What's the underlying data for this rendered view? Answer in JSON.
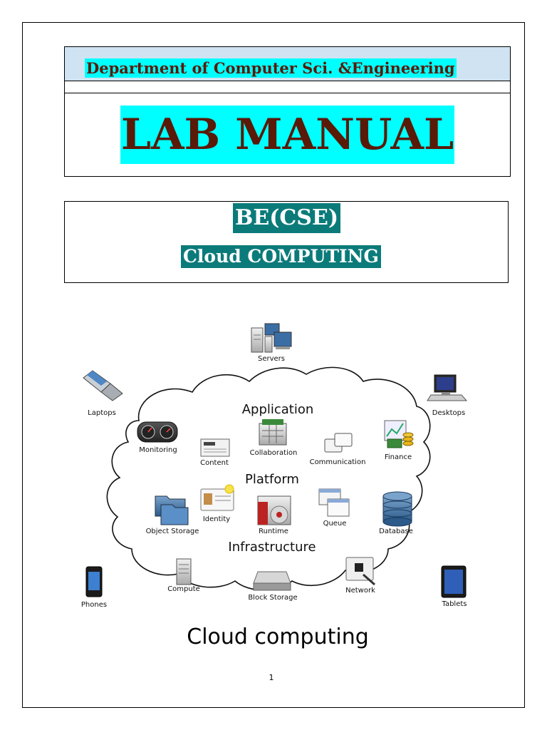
{
  "header": {
    "department": "Department of Computer Sci. &Engineering",
    "title": "LAB MANUAL"
  },
  "course": {
    "degree": "BE(CSE)",
    "subject": "Cloud COMPUTING"
  },
  "diagram": {
    "sections": {
      "application": "Application",
      "platform": "Platform",
      "infrastructure": "Infrastructure"
    },
    "devices": {
      "servers": "Servers",
      "laptops": "Laptops",
      "desktops": "Desktops",
      "phones": "Phones",
      "tablets": "Tablets"
    },
    "services": {
      "monitoring": "Monitoring",
      "content": "Content",
      "collaboration": "Collaboration",
      "communication": "Communication",
      "finance": "Finance",
      "identity": "Identity",
      "object_storage": "Object Storage",
      "runtime": "Runtime",
      "queue": "Queue",
      "database": "Database",
      "compute": "Compute",
      "block_storage": "Block Storage",
      "network": "Network"
    },
    "caption": "Cloud computing"
  },
  "page_number": "1",
  "colors": {
    "title_text": "#5a1a08",
    "title_highlight": "#00ffff",
    "course_highlight": "#0b7b7a",
    "dept_band": "#cfe3f3"
  }
}
